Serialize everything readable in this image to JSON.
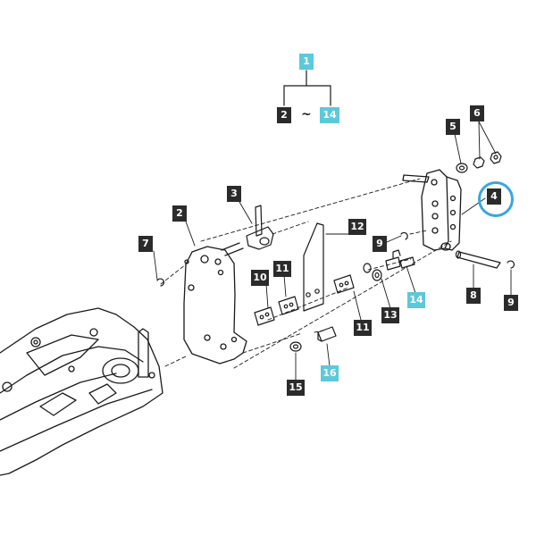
{
  "colors": {
    "callout_dark": "#2b2b2b",
    "callout_cyan": "#5cc8dc",
    "highlight_ring": "#3aa6dd",
    "line_art": "#1a1a1a"
  },
  "range": {
    "from": "2",
    "separator": "~",
    "to": "14"
  },
  "callouts": {
    "c1": "1",
    "c2a": "2",
    "c2b": "2",
    "c3": "3",
    "c4": "4",
    "c5": "5",
    "c6": "6",
    "c7": "7",
    "c8": "8",
    "c9a": "9",
    "c9b": "9",
    "c10": "10",
    "c11a": "11",
    "c11b": "11",
    "c12": "12",
    "c13": "13",
    "c14a": "14",
    "c14b": "14",
    "c15": "15",
    "c16": "16"
  },
  "highlighted_part": "4"
}
